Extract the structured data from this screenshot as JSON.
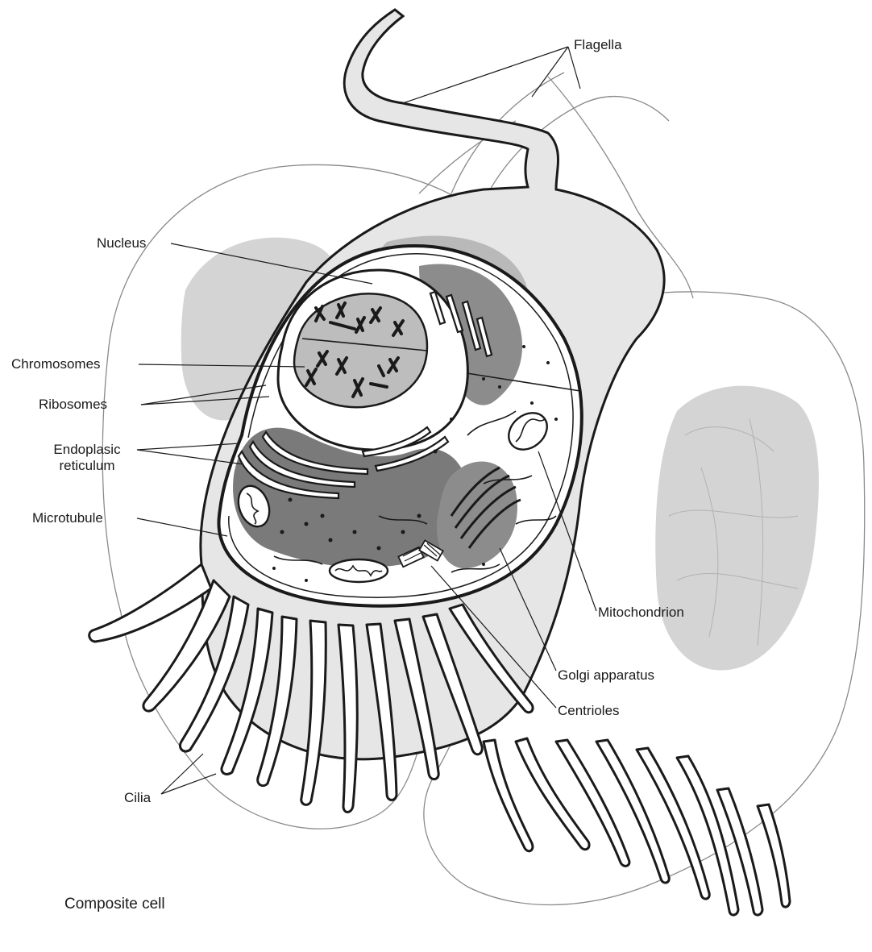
{
  "caption": "Composite cell",
  "labels": {
    "flagella": "Flagella",
    "nucleus": "Nucleus",
    "chromosomes": "Chromosomes",
    "ribosomes": "Ribosomes",
    "endoplasmic_reticulum": "Endoplasic reticulum",
    "microtubule": "Microtubule",
    "mitochondrion": "Mitochondrion",
    "golgi_apparatus": "Golgi apparatus",
    "centrioles": "Centrioles",
    "cilia": "Cilia"
  },
  "colors": {
    "outline": "#1a1a1a",
    "faint_outline": "#8a8a8a",
    "cytoplasm": "#e6e6e6",
    "nucleus_fill": "#d0d0d0",
    "organelle_dark": "#7a7a7a",
    "organelle_mid": "#a9a9a9",
    "background_cell_nucleus": "#c6c6c6"
  }
}
